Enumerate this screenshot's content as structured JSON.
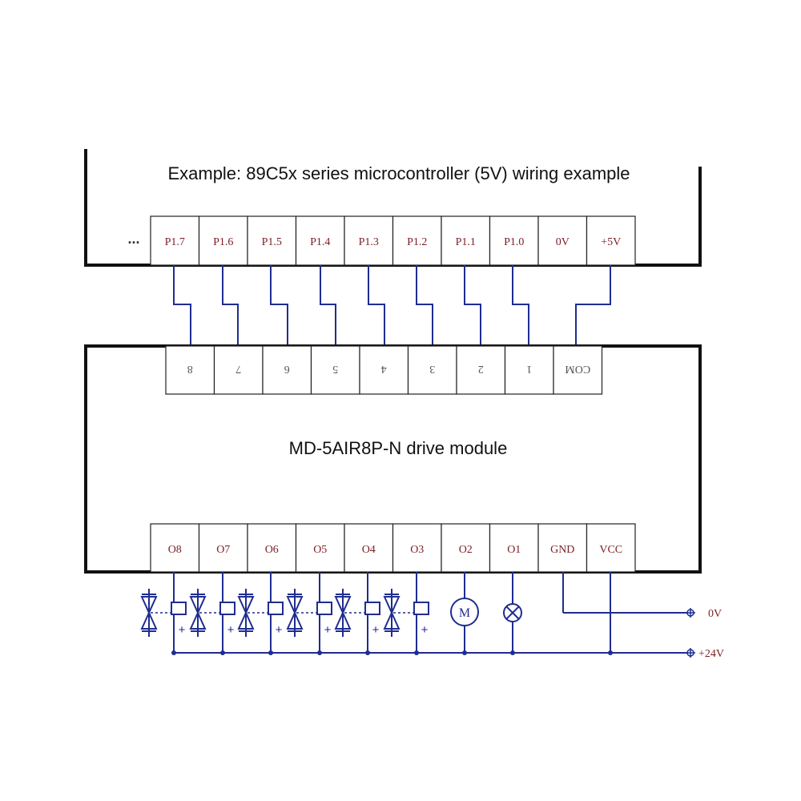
{
  "title": "Example: 89C5x series microcontroller (5V) wiring example",
  "module_label": "MD-5AIR8P-N drive module",
  "mcu": {
    "ellipsis": "...",
    "terminals": [
      "P1.7",
      "P1.6",
      "P1.5",
      "P1.4",
      "P1.3",
      "P1.2",
      "P1.1",
      "P1.0",
      "0V",
      "+5V"
    ]
  },
  "module_inputs": [
    "8",
    "7",
    "6",
    "5",
    "4",
    "3",
    "2",
    "1",
    "COM"
  ],
  "module_outputs": [
    "O8",
    "O7",
    "O6",
    "O5",
    "O4",
    "O3",
    "O2",
    "O1",
    "GND",
    "VCC"
  ],
  "loads": {
    "valve_plus": "+",
    "motor_label": "M"
  },
  "rails": {
    "zero": "0V",
    "supply": "+24V"
  },
  "colors": {
    "wire": "#1f2d8f",
    "frame": "#111111",
    "terminal_text": "#7a1f24"
  }
}
